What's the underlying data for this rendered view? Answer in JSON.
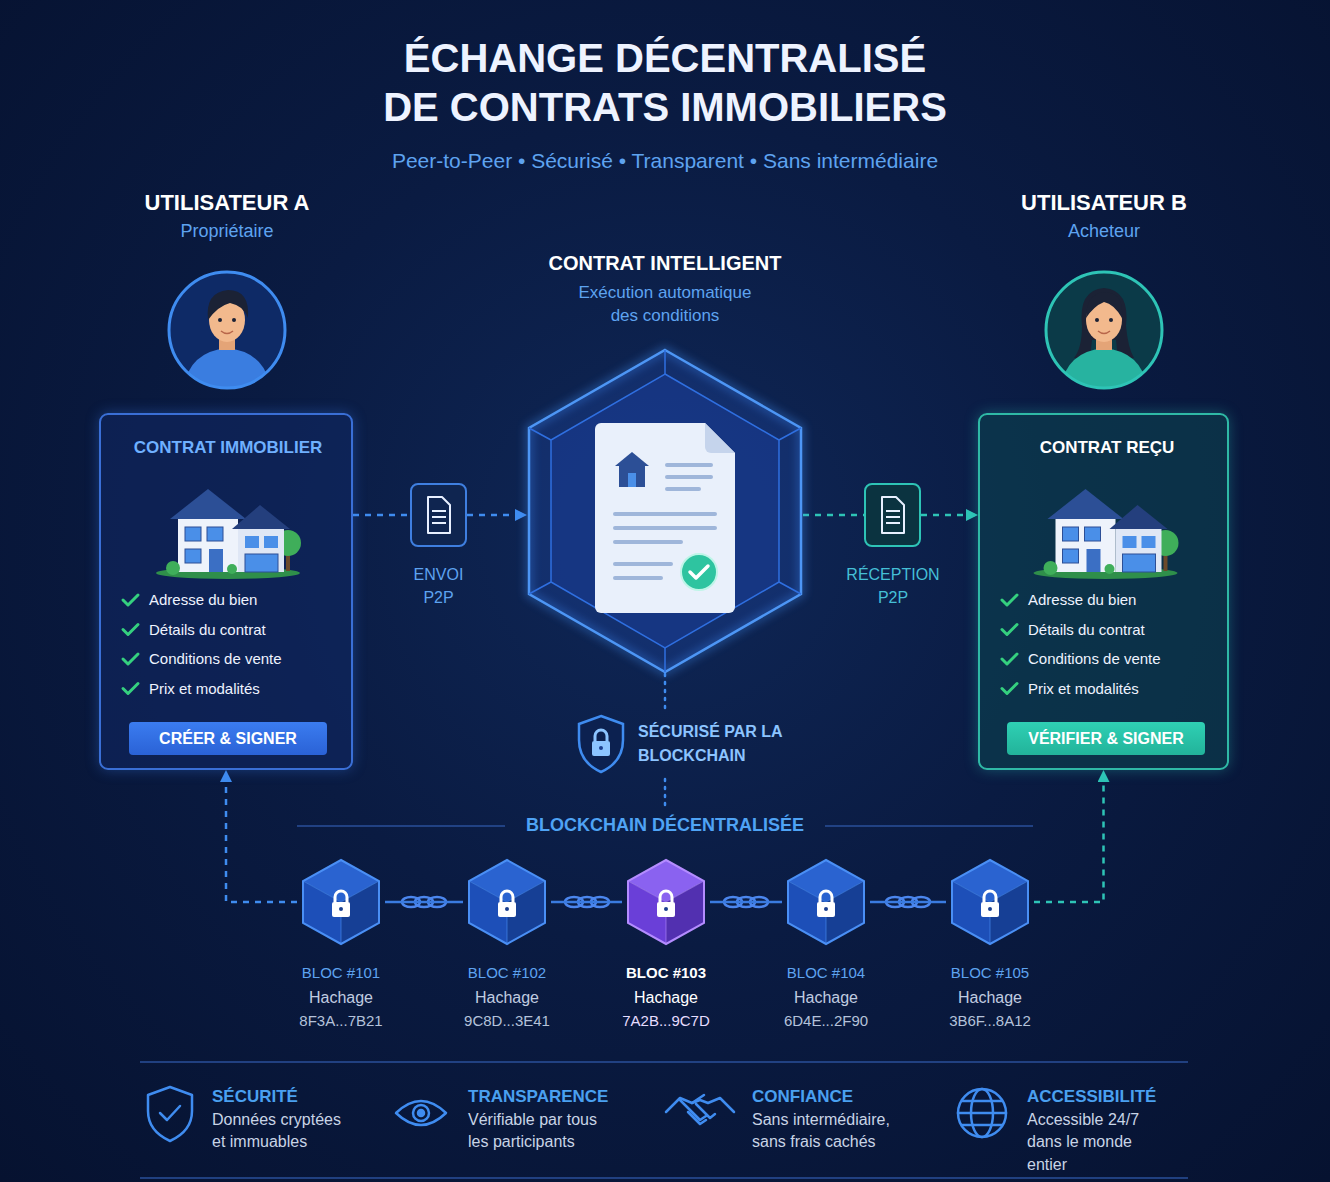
{
  "diagram": {
    "title": "ÉCHANGE DÉCENTRALISÉ DE CONTRATS IMMOBILIERS",
    "nodes": [
      {
        "text": [
          "UTILISATEUR A",
          "Propriétaire"
        ]
      },
      {
        "text": [
          "CONTRAT IMMOBILIER",
          "Adresse du bien",
          "Détails du contrat",
          "Conditions de vente",
          "Prix et modalités"
        ]
      },
      {
        "text": [
          "CRÉER & SIGNER"
        ],
        "in": 1
      },
      {
        "text": [
          "ENVOI P2P"
        ]
      },
      {
        "text": [
          "CONTRAT INTELLIGENT",
          "Exécution automatique des conditions"
        ]
      },
      {
        "text": [
          "RÉCEPTION P2P"
        ]
      },
      {
        "text": [
          "UTILISATEUR B",
          "Acheteur"
        ]
      },
      {
        "text": [
          "CONTRAT REÇU",
          "Adresse du bien",
          "Détails du contrat",
          "Conditions de vente",
          "Prix et modalités"
        ]
      },
      {
        "text": [
          "VÉRIFIER & SIGNER"
        ],
        "in": 7
      },
      {
        "text": [
          "SÉCURISÉ PAR LA BLOCKCHAIN"
        ]
      },
      {
        "text": [
          "BLOC #101",
          "Hachage",
          "8F3A...7B21"
        ]
      },
      {
        "text": [
          "BLOC #102",
          "Hachage",
          "9C8D...3E41"
        ]
      },
      {
        "text": [
          "BLOC #103",
          "Hachage",
          "7A2B...9C7D"
        ]
      },
      {
        "text": [
          "BLOC #104",
          "Hachage",
          "6D4E...2F90"
        ]
      },
      {
        "text": [
          "BLOC #105",
          "Hachage",
          "3B6F...8A12"
        ]
      }
    ],
    "edges": [
      {
        "from": 1,
        "to": 3,
        "arrow": "none"
      },
      {
        "from": 3,
        "to": 4,
        "arrow": "to"
      },
      {
        "from": 4,
        "to": 5,
        "arrow": "none"
      },
      {
        "from": 5,
        "to": 7,
        "arrow": "to"
      },
      {
        "from": 4,
        "to": 9,
        "arrow": "none"
      },
      {
        "from": 10,
        "to": 11,
        "arrow": "none"
      },
      {
        "from": 11,
        "to": 12,
        "arrow": "none"
      },
      {
        "from": 12,
        "to": 13,
        "arrow": "none"
      },
      {
        "from": 13,
        "to": 14,
        "arrow": "none"
      },
      {
        "from": 10,
        "to": 1,
        "arrow": "to"
      },
      {
        "from": 14,
        "to": 7,
        "arrow": "to"
      }
    ],
    "labels": [
      "Peer-to-Peer • Sécurisé • Transparent • Sans intermédiaire",
      "BLOCKCHAIN DÉCENTRALISÉE",
      "SÉCURITÉ",
      "Données cryptées et immuables",
      "TRANSPARENCE",
      "Vérifiable par tous les participants",
      "CONFIANCE",
      "Sans intermédiaire, sans frais cachés",
      "ACCESSIBILITÉ",
      "Accessible 24/7 dans le monde entier"
    ]
  }
}
